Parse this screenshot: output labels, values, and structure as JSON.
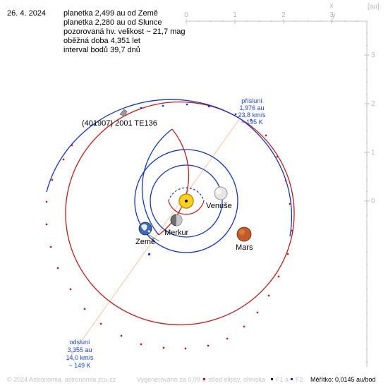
{
  "header": {
    "date": "26. 4. 2024",
    "lines": [
      "planetka 2,499 au od Země",
      "planetka 2,280 au od Slunce",
      "pozorovaná hv. velikost ~ 21,7 mag",
      "oběžná doba 4,351 let",
      "interval bodů 39,7 dnů"
    ]
  },
  "axes": {
    "x_label": "x",
    "y_label": "y",
    "unit": "[au]",
    "x_ticks": [
      "0",
      "1",
      "2",
      "3"
    ],
    "y_ticks": [
      "3",
      "2",
      "1",
      "0"
    ]
  },
  "asteroid": {
    "name": "(401907) 2001 TE136"
  },
  "perihelion": {
    "label": "přísluní",
    "distance": "1,976 au",
    "speed": "23,8 km/s",
    "temperature": "~ 195 K"
  },
  "aphelion": {
    "label": "odsluní",
    "distance": "3,355 au",
    "speed": "14,0 km/s",
    "temperature": "~ 149 K"
  },
  "planets": {
    "venus": "Venuše",
    "mercury": "Merkur",
    "earth": "Země",
    "mars": "Mars"
  },
  "footer": {
    "copyright": "© 2024 Astronomia, astronomia.zcu.cz",
    "generated": "Vygenerováno za 0,09 s",
    "legend_center": "střed elipsy, ohniska",
    "legend_f1": "F1 a",
    "legend_f2": "F2",
    "scale": "Měřítko: 0,0145 au/bod"
  },
  "colors": {
    "orbit_above": "#c41818",
    "orbit_below": "#1434c0",
    "axis": "#c0c0c0",
    "apsis_line": "#f4a878",
    "annotation": "#1848d8"
  }
}
